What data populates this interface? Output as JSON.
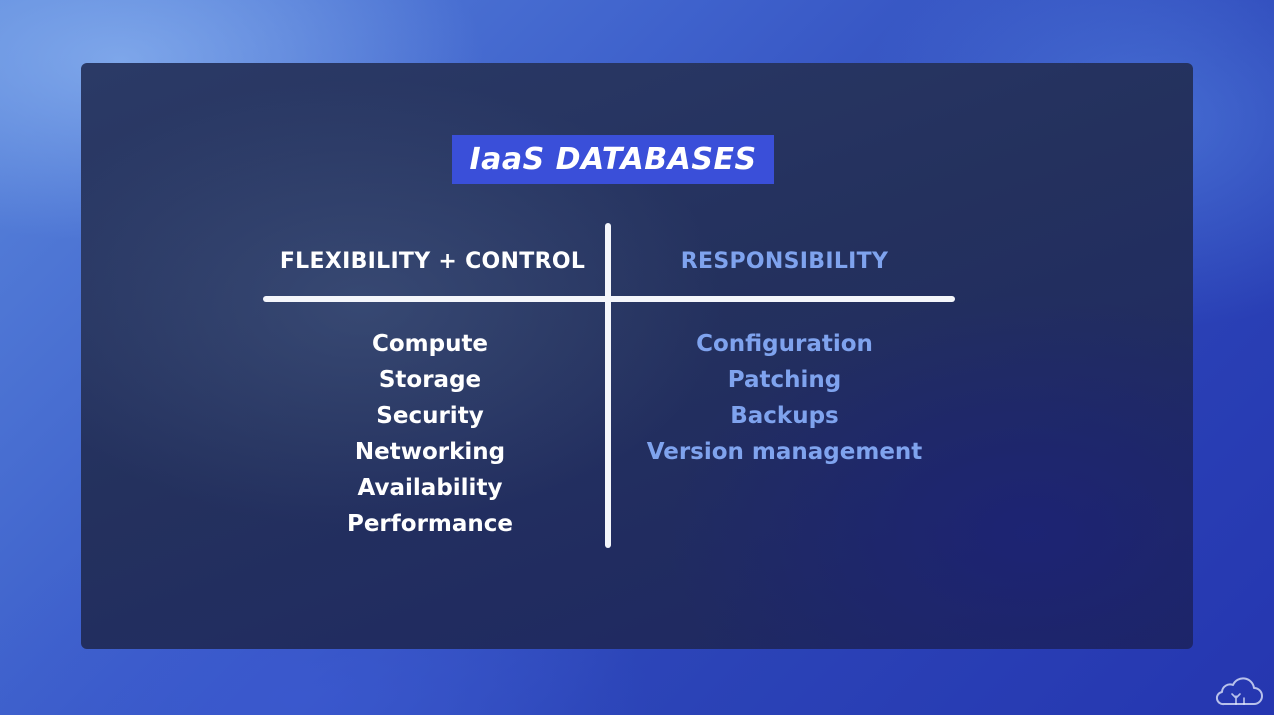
{
  "title": "IaaS DATABASES",
  "columns": {
    "left": {
      "heading": "FLEXIBILITY + CONTROL",
      "items": [
        "Compute",
        "Storage",
        "Security",
        "Networking",
        "Availability",
        "Performance"
      ]
    },
    "right": {
      "heading": "RESPONSIBILITY",
      "items": [
        "Configuration",
        "Patching",
        "Backups",
        "Version management"
      ]
    }
  },
  "colors": {
    "title_box": "#3a4fd9",
    "left_text": "#ffffff",
    "right_text": "#7fa3ee",
    "divider": "#f4f6fb"
  },
  "icons": {
    "watermark": "cloud-icon"
  }
}
